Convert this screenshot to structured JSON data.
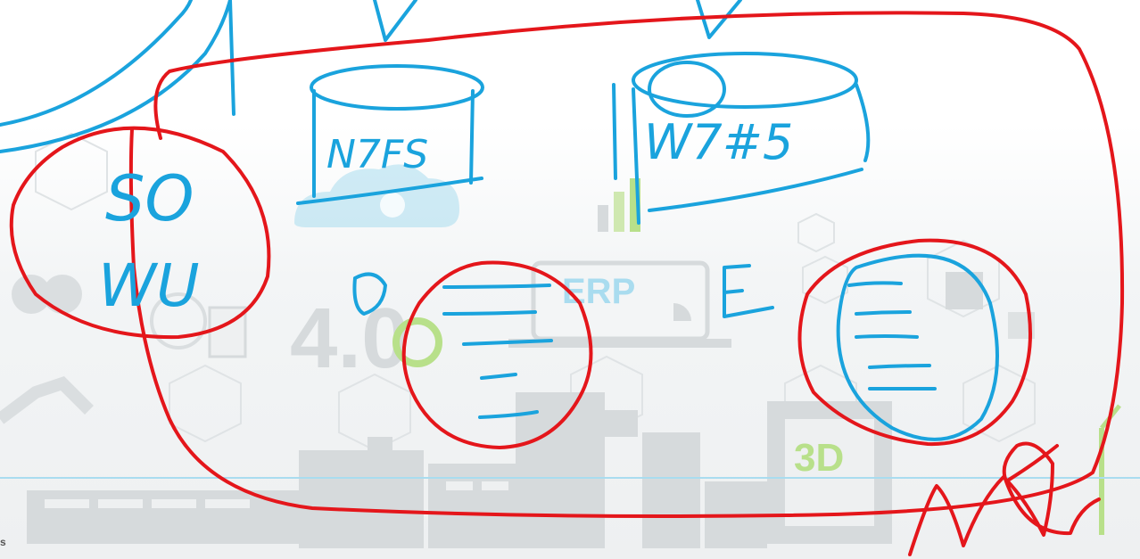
{
  "background": {
    "erp_label": "ERP",
    "industry_label": "4.0",
    "print_label": "3D"
  },
  "handwriting": {
    "left_label_top": "SO",
    "left_label_bottom": "WU",
    "storage_left_label": "N7FS",
    "storage_right_label": "W7#5",
    "marker_left": "D",
    "marker_right": "E"
  },
  "colors": {
    "ink_blue": "#1aa3dd",
    "ink_red": "#e4161b",
    "background_gray": "#d6dadc",
    "background_green": "#b8e08a",
    "background_cyan": "#a9dcef"
  }
}
